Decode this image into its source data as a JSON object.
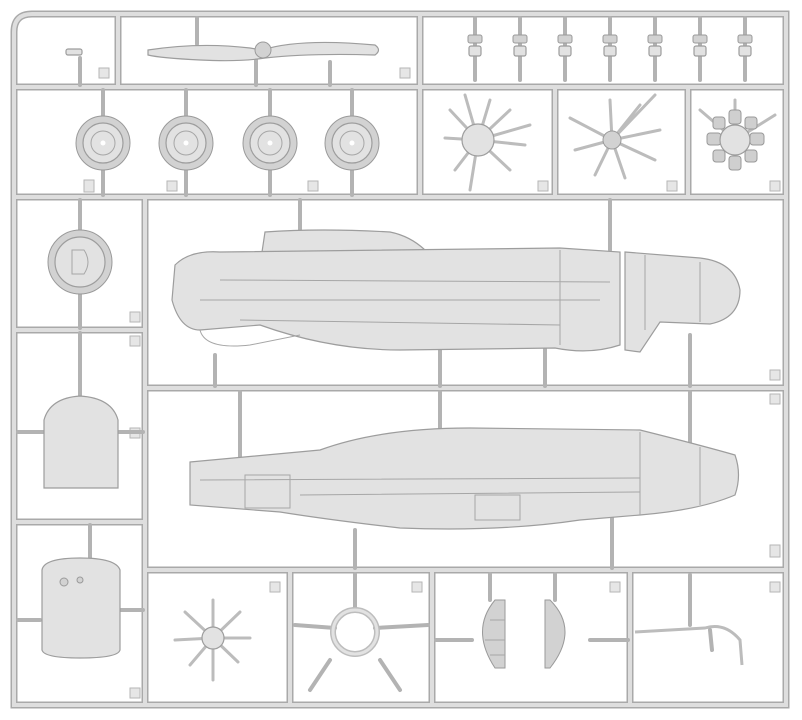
{
  "image": {
    "subject": "plastic-model-kit-sprue",
    "colors": {
      "background": "#ffffff",
      "plastic": "#e2e2e2",
      "runner_edge": "#a9a9a9"
    }
  },
  "sprue": {
    "parts": [
      {
        "name": "small-strut"
      },
      {
        "name": "propeller"
      },
      {
        "name": "exhaust-stub",
        "count": 7
      },
      {
        "name": "wheel",
        "count": 4
      },
      {
        "name": "radial-engine-part",
        "count": 3
      },
      {
        "name": "round-cowl-cap"
      },
      {
        "name": "fuselage-half-left"
      },
      {
        "name": "fuselage-half-right"
      },
      {
        "name": "engine-cowl-panel",
        "count": 2
      },
      {
        "name": "spoked-ring",
        "count": 2
      },
      {
        "name": "bulkhead-half",
        "count": 2
      },
      {
        "name": "rod-part"
      }
    ]
  }
}
